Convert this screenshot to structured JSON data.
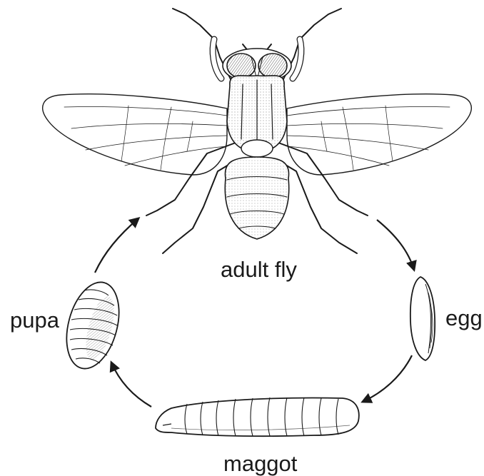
{
  "labels": {
    "adult": "adult fly",
    "egg": "egg",
    "maggot": "maggot",
    "pupa": "pupa"
  },
  "colors": {
    "ink": "#1a1a1a",
    "background": "#ffffff"
  }
}
